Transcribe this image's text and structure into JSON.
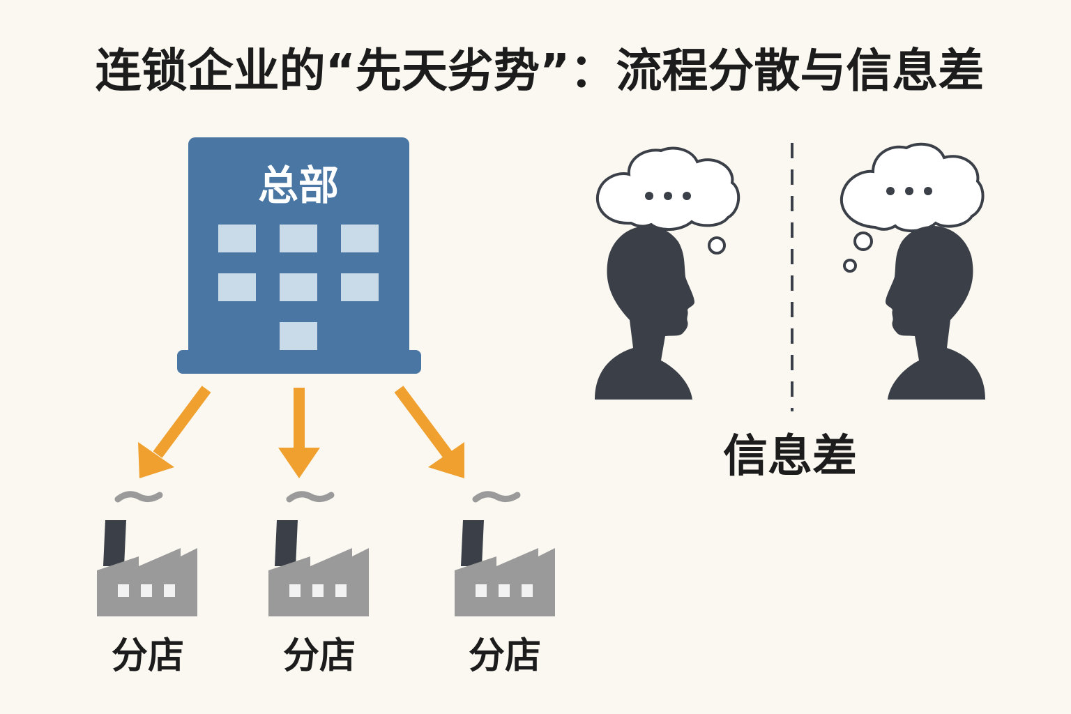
{
  "title": "连锁企业的“先天劣势”：流程分散与信息差",
  "headquarters": {
    "label": "总部",
    "icon": "office-building-icon",
    "color": "#4a76a4",
    "window_color": "#c9dbe8"
  },
  "branches": [
    {
      "label": "分店",
      "icon": "factory-icon"
    },
    {
      "label": "分店",
      "icon": "factory-icon"
    },
    {
      "label": "分店",
      "icon": "factory-icon"
    }
  ],
  "arrows": {
    "icon": "arrow-down-icon",
    "color": "#f0a02e"
  },
  "information_gap": {
    "label": "信息差",
    "people_icon": "person-head-silhouette-icon",
    "thought_icon": "thought-bubble-icon",
    "thought_text": "•••",
    "divider": "dashed-line",
    "person_color": "#3a3f48"
  },
  "colors": {
    "background": "#fbf8f1",
    "factory_body": "#9a9a9a",
    "factory_chimney": "#3a3f48",
    "smoke": "#9a9a9a"
  }
}
